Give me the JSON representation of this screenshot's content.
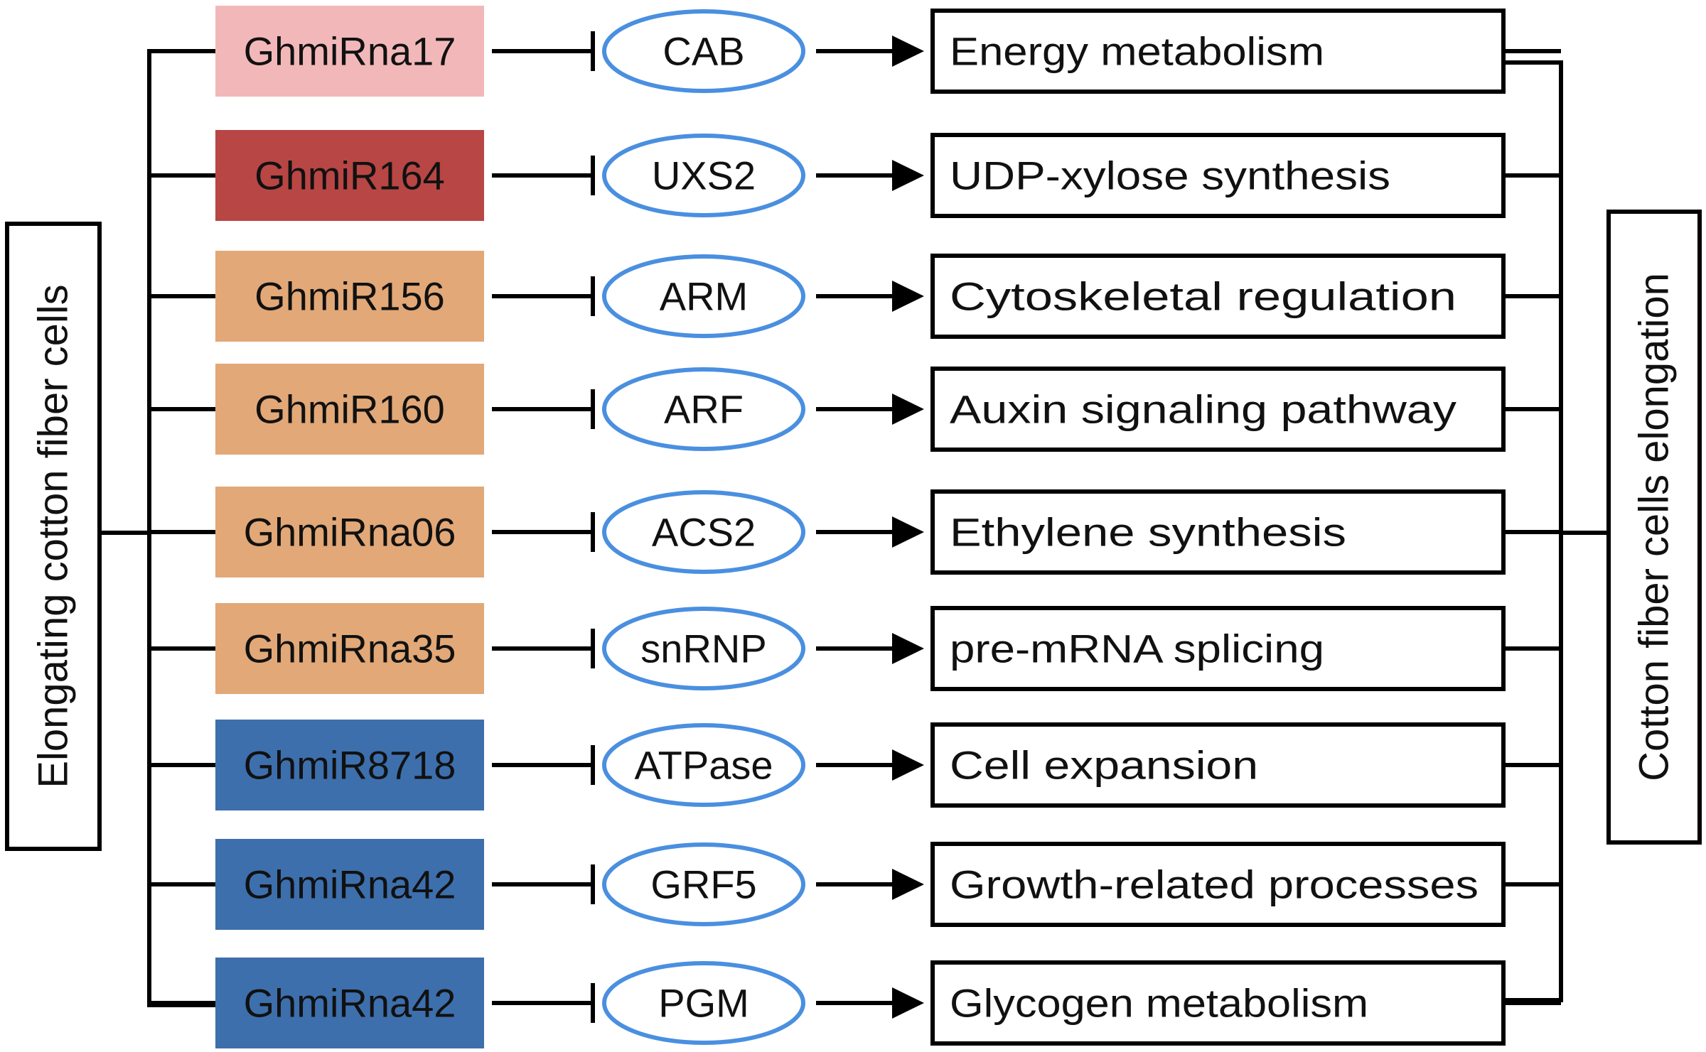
{
  "left_label": "Elongating cotton fiber cells",
  "right_label": "Cotton fiber cells elongation",
  "colors": {
    "pink": "#f2b8b9",
    "red": "#b84644",
    "orange": "#e2a877",
    "blue": "#3d6fad",
    "ellipse_stroke": "#4a8fe0",
    "line": "#000000"
  },
  "rows": [
    {
      "mirna": "GhmiRna17",
      "gene": "CAB",
      "process": "Energy metabolism",
      "color": "#f2b8b9"
    },
    {
      "mirna": "GhmiR164",
      "gene": "UXS2",
      "process": "UDP-xylose synthesis",
      "color": "#b84644"
    },
    {
      "mirna": "GhmiR156",
      "gene": "ARM",
      "process": "Cytoskeletal regulation",
      "color": "#e2a877"
    },
    {
      "mirna": "GhmiR160",
      "gene": "ARF",
      "process": "Auxin signaling pathway",
      "color": "#e2a877"
    },
    {
      "mirna": "GhmiRna06",
      "gene": "ACS2",
      "process": "Ethylene synthesis",
      "color": "#e2a877"
    },
    {
      "mirna": "GhmiRna35",
      "gene": "snRNP",
      "process": "pre-mRNA splicing",
      "color": "#e2a877"
    },
    {
      "mirna": "GhmiR8718",
      "gene": "ATPase",
      "process": "Cell expansion",
      "color": "#3d6fad"
    },
    {
      "mirna": "GhmiRna42",
      "gene": "GRF5",
      "process": "Growth-related processes",
      "color": "#3d6fad"
    },
    {
      "mirna": "GhmiRna42",
      "gene": "PGM",
      "process": "Glycogen metabolism",
      "color": "#3d6fad"
    }
  ]
}
